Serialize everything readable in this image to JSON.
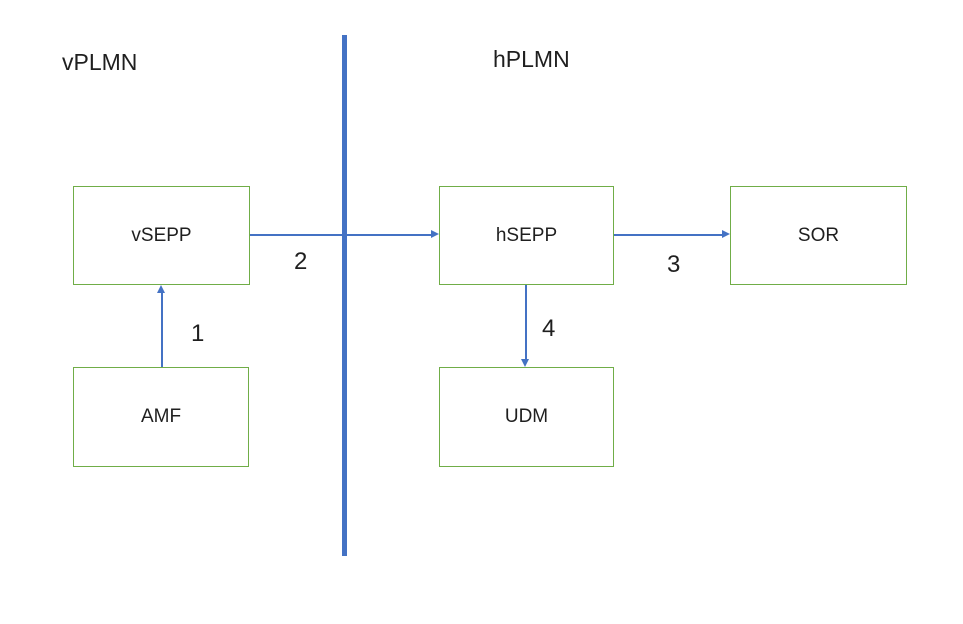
{
  "diagram": {
    "regions": {
      "vplmn": {
        "label": "vPLMN"
      },
      "hplmn": {
        "label": "hPLMN"
      }
    },
    "nodes": {
      "vsepp": {
        "label": "vSEPP"
      },
      "hsepp": {
        "label": "hSEPP"
      },
      "sor": {
        "label": "SOR"
      },
      "amf": {
        "label": "AMF"
      },
      "udm": {
        "label": "UDM"
      }
    },
    "arrows": {
      "step1": {
        "label": "1",
        "from": "AMF",
        "to": "vSEPP",
        "direction": "up"
      },
      "step2": {
        "label": "2",
        "from": "vSEPP",
        "to": "hSEPP",
        "direction": "right"
      },
      "step3": {
        "label": "3",
        "from": "hSEPP",
        "to": "SOR",
        "direction": "right"
      },
      "step4": {
        "label": "4",
        "from": "hSEPP",
        "to": "UDM",
        "direction": "down"
      }
    },
    "colors": {
      "node_border": "#70AD47",
      "connector": "#4472C4",
      "boundary_divider": "#4472C4",
      "text": "#1f1f1f",
      "background": "#ffffff"
    }
  }
}
